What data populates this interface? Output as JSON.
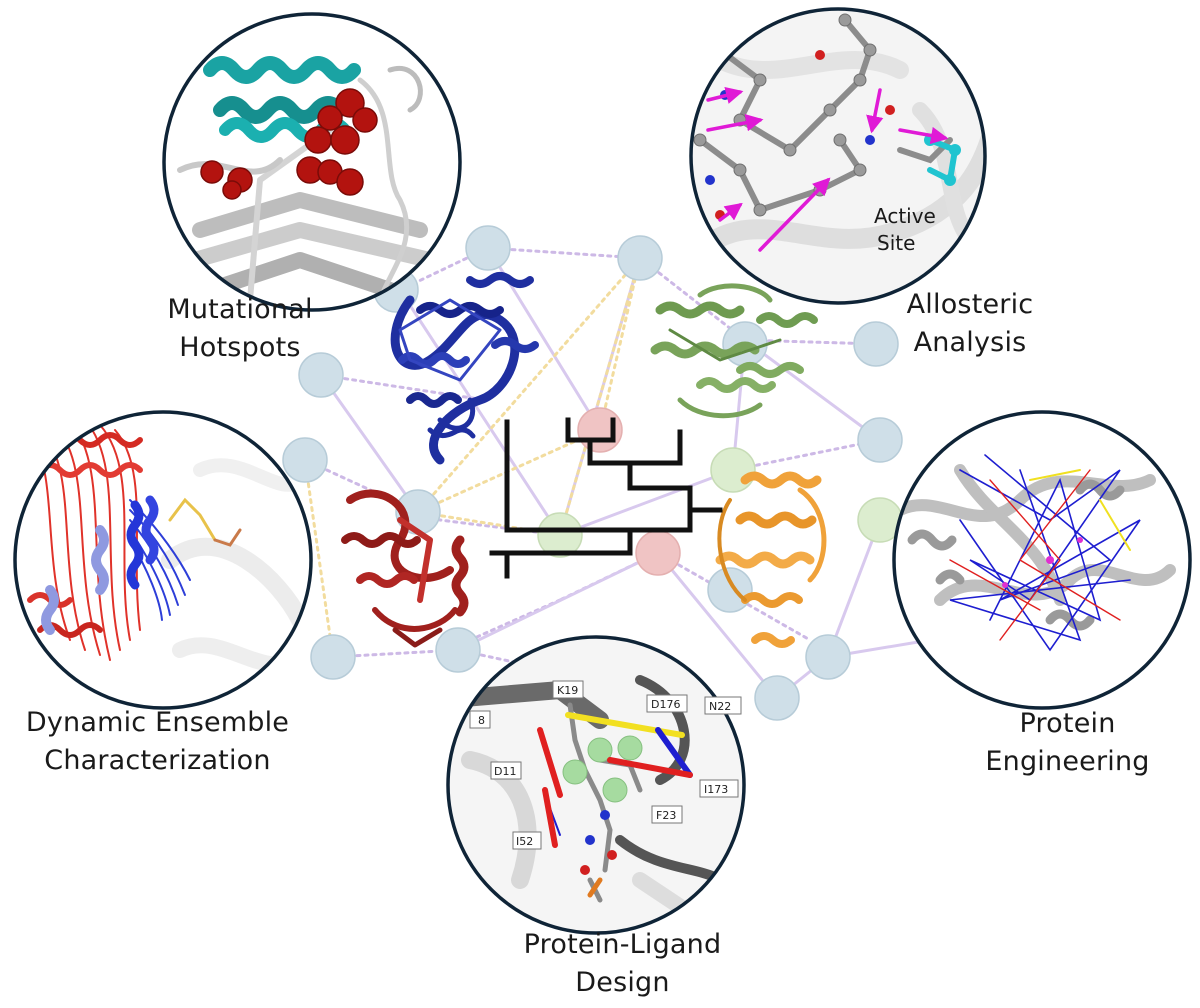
{
  "labels": {
    "mutational_hotspots": [
      "Mutational",
      "Hotspots"
    ],
    "allosteric_analysis": [
      "Allosteric",
      "Analysis"
    ],
    "dynamic_ensemble": [
      "Dynamic Ensemble",
      "Characterization"
    ],
    "protein_engineering": [
      "Protein",
      "Engineering"
    ],
    "protein_ligand_design": [
      "Protein-Ligand",
      "Design"
    ],
    "active_site": [
      "Active",
      "Site"
    ]
  },
  "residue_labels": [
    "K19",
    "D176",
    "N22",
    "D11",
    "I173",
    "F23",
    "I52",
    "8"
  ],
  "colors": {
    "node_blue": "#cfdfe8",
    "node_pink": "#f0c4c4",
    "node_green": "#dcedcf",
    "edge_lavender": "#c9b5e2",
    "edge_yellow": "#f3dfa2",
    "protein_blue": "#1f2fa0",
    "protein_green": "#79a35a",
    "protein_red": "#a0201d",
    "protein_orange": "#f0a23a",
    "hotspot_red": "#b3130f",
    "helix_teal": "#1aa3a3",
    "arrow_magenta": "#e01ad6",
    "circle_border": "#0f2437"
  }
}
